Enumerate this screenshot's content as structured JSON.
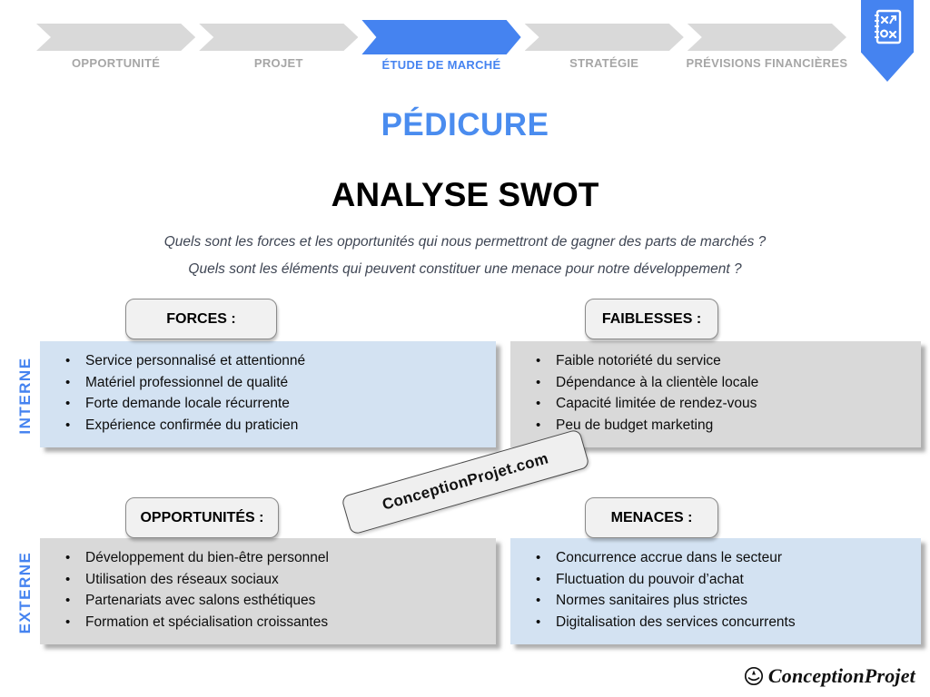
{
  "process_bar": {
    "steps": [
      {
        "label": "OPPORTUNITÉ",
        "active": false
      },
      {
        "label": "PROJET",
        "active": false
      },
      {
        "label": "ÉTUDE DE MARCHÉ",
        "active": true
      },
      {
        "label": "STRATÉGIE",
        "active": false
      },
      {
        "label": "PRÉVISIONS FINANCIÈRES",
        "active": false
      }
    ]
  },
  "ribbon": {
    "icon": "strategy-board-icon"
  },
  "title": "PÉDICURE",
  "subtitle": "ANALYSE SWOT",
  "questions": {
    "q1": "Quels sont les forces et les opportunités qui nous permettront de gagner des parts de marchés ?",
    "q2": "Quels sont les éléments qui peuvent constituer une menace pour notre développement ?"
  },
  "axis_labels": {
    "internal": "INTERNE",
    "external": "EXTERNE"
  },
  "quadrants": {
    "forces": {
      "header": "FORCES :",
      "items": [
        "Service personnalisé et attentionné",
        "Matériel professionnel de qualité",
        "Forte demande locale récurrente",
        "Expérience confirmée du praticien"
      ]
    },
    "faiblesses": {
      "header": "FAIBLESSES :",
      "items": [
        "Faible notoriété du service",
        "Dépendance à la clientèle locale",
        "Capacité limitée de rendez-vous",
        "Peu de budget marketing"
      ]
    },
    "opportunites": {
      "header": "OPPORTUNITÉS :",
      "items": [
        "Développement du bien-être personnel",
        "Utilisation des réseaux sociaux",
        "Partenariats avec salons esthétiques",
        "Formation et spécialisation croissantes"
      ]
    },
    "menaces": {
      "header": "MENACES :",
      "items": [
        "Concurrence accrue dans le secteur",
        "Fluctuation du pouvoir d’achat",
        "Normes sanitaires plus strictes",
        "Digitalisation des services concurrents"
      ]
    }
  },
  "watermark": "ConceptionProjet.com",
  "footer_logo": "ConceptionProjet",
  "colors": {
    "accent_blue": "#4583F0",
    "light_blue": "#D3E2F2",
    "light_gray": "#D9D9D9",
    "label_gray": "#A6A6A6",
    "question_color": "#3F4654"
  }
}
